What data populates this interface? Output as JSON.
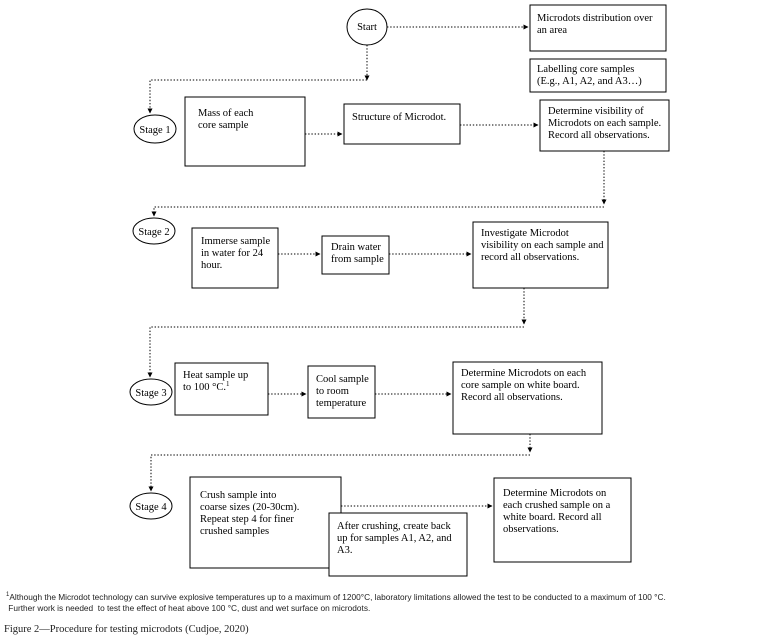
{
  "diagram": {
    "start": "Start",
    "stages": [
      "Stage 1",
      "Stage 2",
      "Stage 3",
      "Stage 4"
    ],
    "boxes": {
      "distribution": [
        "Microdots distribution over",
        "an area"
      ],
      "labelling": [
        "Labelling core samples",
        "(E.g., A1, A2, and A3…)"
      ],
      "mass": [
        "Mass of each",
        "core sample"
      ],
      "structure": [
        "Structure of Microdot."
      ],
      "visibility1": [
        "Determine visibility of",
        "Microdots on each sample.",
        "Record all observations."
      ],
      "immerse": [
        "Immerse sample",
        "in water for 24",
        "hour."
      ],
      "drain": [
        "Drain water",
        "from sample"
      ],
      "investigate": [
        "Investigate Microdot",
        "visibility on each sample and",
        "record all observations."
      ],
      "heat": [
        "Heat sample up",
        "to 100 °C."
      ],
      "heat_sup": "1",
      "cool": [
        "Cool sample",
        "to room",
        "temperature"
      ],
      "whiteboard": [
        "Determine Microdots on each",
        "core sample on white board.",
        "Record all observations."
      ],
      "crush": [
        "Crush sample into",
        "coarse sizes (20-30cm).",
        "Repeat step 4 for finer",
        "crushed samples"
      ],
      "backup": [
        "After crushing, create back",
        "up for samples A1, A2, and",
        "A3."
      ],
      "crushed": [
        "Determine Microdots on",
        "each crushed sample on a",
        "white board. Record all",
        "observations."
      ]
    }
  },
  "footnote": {
    "marker": "1",
    "lines": [
      "Although the Microdot technology can survive explosive temperatures up to a maximum of 1200°C, laboratory limitations allowed the test to be conducted to a maximum of 100 °C.",
      " Further work is needed  to test the effect of heat above 100 °C, dust and wet surface on microdots."
    ]
  },
  "caption": "Figure 2—Procedure for testing microdots (Cudjoe, 2020)"
}
